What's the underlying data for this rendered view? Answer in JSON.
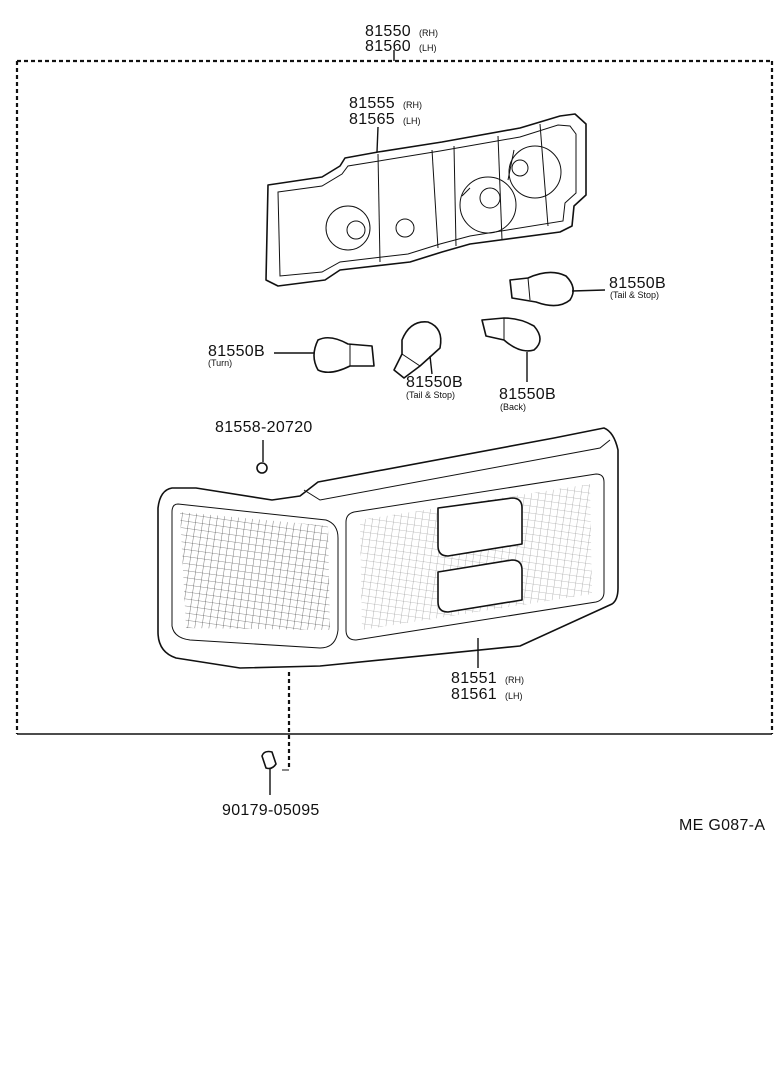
{
  "assembly": {
    "part_no_rh": "81550",
    "suffix_rh": "(RH)",
    "part_no_lh": "81560",
    "suffix_lh": "(LH)"
  },
  "socket_housing": {
    "part_no_rh": "81555",
    "suffix_rh": "(RH)",
    "part_no_lh": "81565",
    "suffix_lh": "(LH)"
  },
  "bulbs": [
    {
      "part_no": "81550B",
      "function": "(Tail & Stop)"
    },
    {
      "part_no": "81550B",
      "function": "(Turn)"
    },
    {
      "part_no": "81550B",
      "function": "(Tail & Stop)"
    },
    {
      "part_no": "81550B",
      "function": "(Back)"
    }
  ],
  "gasket": {
    "part_no": "81558-20720"
  },
  "lens": {
    "part_no_rh": "81551",
    "suffix_rh": "(RH)",
    "part_no_lh": "81561",
    "suffix_lh": "(LH)"
  },
  "screw": {
    "part_no": "90179-05095"
  },
  "figure_code": "ME G087-A"
}
